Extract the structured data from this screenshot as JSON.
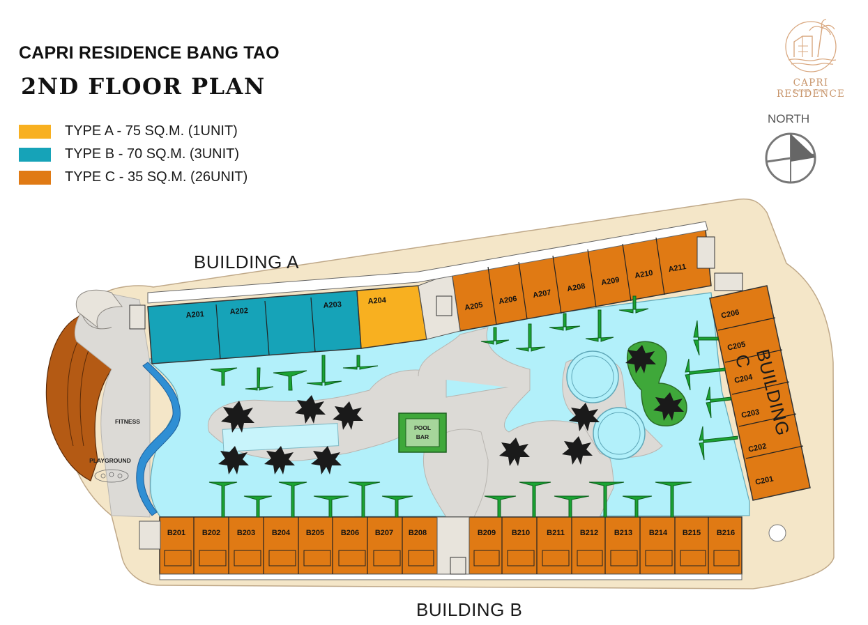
{
  "header": {
    "project_title": "CAPRI RESIDENCE BANG TAO",
    "plan_title": "2ND FLOOR PLAN"
  },
  "legend": [
    {
      "label": "TYPE A - 75 SQ.M. (1UNIT)",
      "color": "#f8b020"
    },
    {
      "label": "TYPE B - 70 SQ.M. (3UNIT)",
      "color": "#16a3b8"
    },
    {
      "label": "TYPE C - 35 SQ.M. (26UNIT)",
      "color": "#e07a14"
    }
  ],
  "logo": {
    "name": "CAPRI RESIDENCE",
    "subtitle": "BANG TAO"
  },
  "compass": {
    "label": "NORTH"
  },
  "buildings": {
    "a": "BUILDING A",
    "b": "BUILDING B",
    "c": "BUILDING C"
  },
  "units": {
    "building_a": [
      "A201",
      "A202",
      "A203",
      "A204",
      "A205",
      "A206",
      "A207",
      "A208",
      "A209",
      "A210",
      "A211"
    ],
    "building_b": [
      "B201",
      "B202",
      "B203",
      "B204",
      "B205",
      "B206",
      "B207",
      "B208",
      "B209",
      "B210",
      "B211",
      "B212",
      "B213",
      "B214",
      "B215",
      "B216"
    ],
    "building_c": [
      "C206",
      "C205",
      "C204",
      "C203",
      "C202",
      "C201"
    ]
  },
  "areas": {
    "fitness": "FITNESS",
    "playground": "PLAYGROUND",
    "pool_bar_1": "POOL",
    "pool_bar_2": "BAR"
  },
  "colors": {
    "type_a": "#f8b020",
    "type_b": "#16a3b8",
    "type_c": "#e07a14",
    "pool": "#b2f0fa",
    "deck": "#f4e6c8",
    "paving": "#dcdad6",
    "palm": "#1aa333"
  }
}
